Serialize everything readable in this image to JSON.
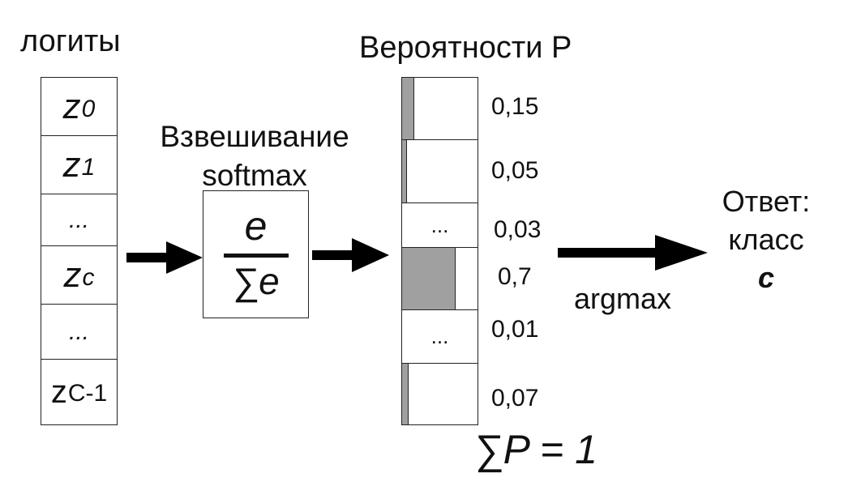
{
  "logits": {
    "title": "логиты",
    "cells": [
      {
        "base": "z",
        "sub": "0"
      },
      {
        "base": "z",
        "sub": "1"
      },
      {
        "base": "...",
        "sub": ""
      },
      {
        "base": "z",
        "sub": "c"
      },
      {
        "base": "...",
        "sub": ""
      },
      {
        "base": "z",
        "sub": "C-1"
      }
    ]
  },
  "softmax": {
    "label_line1": "Взвешивание",
    "label_line2": "softmax",
    "numerator": "e",
    "denominator": "∑e"
  },
  "probabilities": {
    "title": "Вероятности P",
    "values": [
      "0,15",
      "0,05",
      "0,03",
      "0,7",
      "0,01",
      "0,07"
    ],
    "fractions": [
      0.15,
      0.05,
      0.03,
      0.7,
      0.01,
      0.07
    ],
    "dots": "...",
    "sum_label": "∑P = 1"
  },
  "argmax": {
    "label": "argmax"
  },
  "answer": {
    "line1": "Ответ:",
    "line2": "класс",
    "line3": "c"
  },
  "colors": {
    "fill": "#a0a0a0",
    "stroke": "#222222",
    "arrow": "#000000"
  }
}
